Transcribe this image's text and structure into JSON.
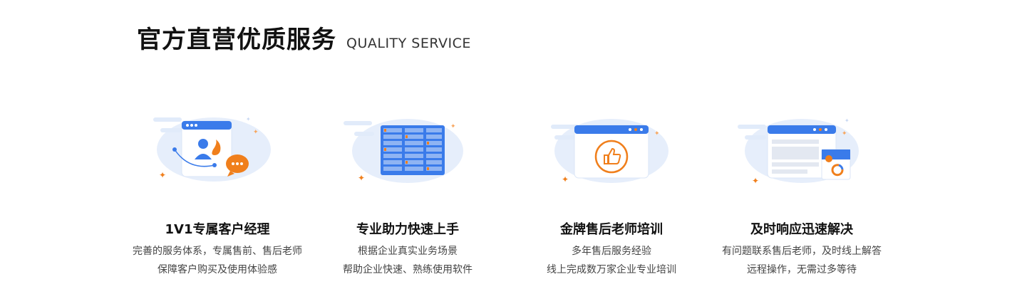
{
  "header": {
    "title": "官方直营优质服务",
    "subtitle": "QUALITY SERVICE"
  },
  "colors": {
    "blue": "#3a7bea",
    "light_blue": "#dbe8fb",
    "orange": "#f07f1c"
  },
  "cards": [
    {
      "icon": "account-manager-icon",
      "title": "1V1专属客户经理",
      "desc_line1": "完善的服务体系，专属售前、售后老师",
      "desc_line2": "保障客户购买及使用体验感"
    },
    {
      "icon": "server-stack-icon",
      "title": "专业助力快速上手",
      "desc_line1": "根据企业真实业务场景",
      "desc_line2": "帮助企业快速、熟练使用软件"
    },
    {
      "icon": "thumbs-up-icon",
      "title": "金牌售后老师培训",
      "desc_line1": "多年售后服务经验",
      "desc_line2": "线上完成数万家企业专业培训"
    },
    {
      "icon": "report-dashboard-icon",
      "title": "及时响应迅速解决",
      "desc_line1": "有问题联系售后老师，及时线上解答",
      "desc_line2": "远程操作，无需过多等待"
    }
  ]
}
